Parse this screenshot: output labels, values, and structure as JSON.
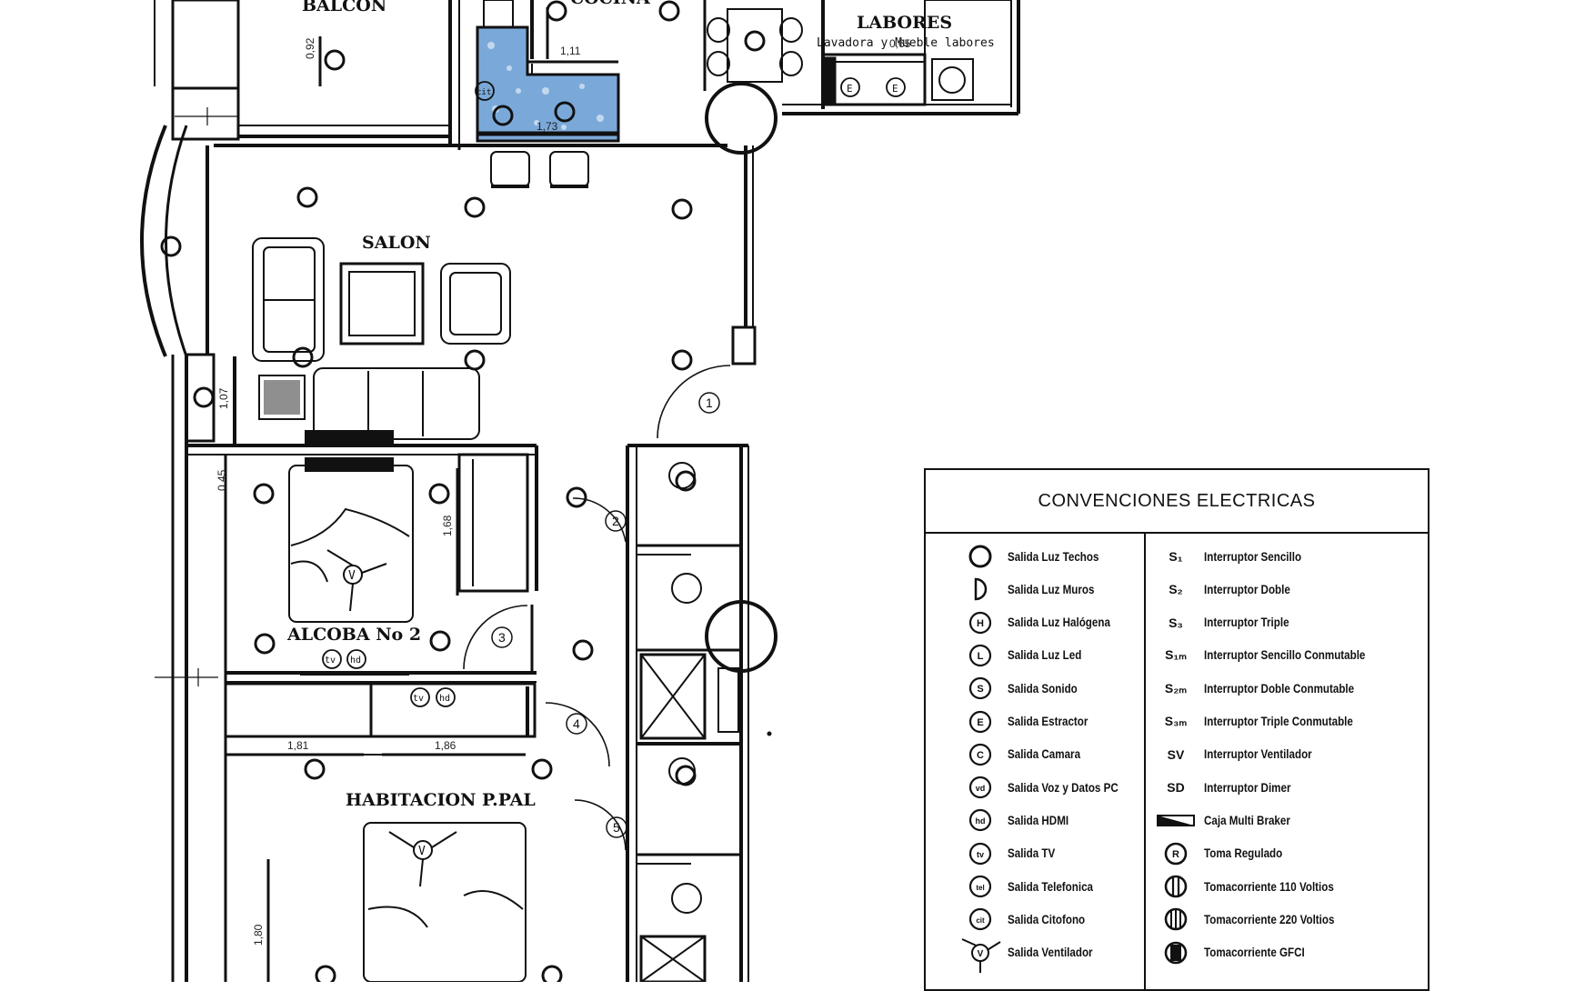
{
  "rooms": {
    "balcon": "BALCON",
    "cocina": "COCINA",
    "labores": "LABORES",
    "labores_sub": "Lavadora y Mueble labores",
    "salon": "SALON",
    "alcoba2": "ALCOBA No 2",
    "habitacion": "HABITACION P.PAL"
  },
  "dimensions": {
    "d092": "0,92",
    "d111": "1,11",
    "d173": "1,73",
    "d107": "1,07",
    "d168": "1,68",
    "d181": "1,81",
    "d186": "1,86",
    "d180": "1,80",
    "d045": "0,45",
    "d065": "0,65"
  },
  "doors": [
    "1",
    "2",
    "3",
    "4",
    "5"
  ],
  "plan_labels": {
    "tv": "tv",
    "hd": "hd",
    "cit": "cit",
    "e": "E",
    "v": "V"
  },
  "legend": {
    "title": "CONVENCIONES ELECTRICAS",
    "left": [
      {
        "icon": "circle-light-icon",
        "label": "Salida Luz Techos"
      },
      {
        "icon": "wall-light-icon",
        "label": "Salida Luz Muros"
      },
      {
        "icon": "halogen-light-icon",
        "symbol": "H",
        "label": "Salida Luz Halógena"
      },
      {
        "icon": "led-light-icon",
        "symbol": "L",
        "label": "Salida Luz Led"
      },
      {
        "icon": "sound-outlet-icon",
        "symbol": "S",
        "label": "Salida Sonido"
      },
      {
        "icon": "extractor-outlet-icon",
        "symbol": "E",
        "label": "Salida Estractor"
      },
      {
        "icon": "camera-outlet-icon",
        "symbol": "C",
        "label": "Salida Camara"
      },
      {
        "icon": "voice-data-outlet-icon",
        "symbol": "vd",
        "label": "Salida Voz y Datos PC"
      },
      {
        "icon": "hdmi-outlet-icon",
        "symbol": "hd",
        "label": "Salida HDMI"
      },
      {
        "icon": "tv-outlet-icon",
        "symbol": "tv",
        "label": "Salida TV"
      },
      {
        "icon": "phone-outlet-icon",
        "symbol": "tel",
        "label": "Salida Telefonica"
      },
      {
        "icon": "intercom-outlet-icon",
        "symbol": "cit",
        "label": "Salida Citofono"
      },
      {
        "icon": "fan-outlet-icon",
        "symbol": "V",
        "label": "Salida Ventilador"
      }
    ],
    "right": [
      {
        "code": "S₁",
        "label": "Interruptor Sencillo"
      },
      {
        "code": "S₂",
        "label": "Interruptor Doble"
      },
      {
        "code": "S₃",
        "label": "Interruptor Triple"
      },
      {
        "code": "S₁ₘ",
        "label": "Interruptor Sencillo Conmutable"
      },
      {
        "code": "S₂ₘ",
        "label": "Interruptor Doble Conmutable"
      },
      {
        "code": "S₃ₘ",
        "label": "Interruptor Triple Conmutable"
      },
      {
        "code": "SV",
        "label": "Interruptor Ventilador"
      },
      {
        "code": "SD",
        "label": "Interruptor Dimer"
      },
      {
        "icon": "breaker-box-icon",
        "label": "Caja Multi Braker"
      },
      {
        "icon": "regulated-outlet-icon",
        "symbol": "R",
        "label": "Toma Regulado"
      },
      {
        "icon": "outlet-110v-icon",
        "label": "Tomacorriente 110 Voltios"
      },
      {
        "icon": "outlet-220v-icon",
        "label": "Tomacorriente 220 Voltios"
      },
      {
        "icon": "outlet-gfci-icon",
        "label": "Tomacorriente GFCI"
      }
    ]
  }
}
